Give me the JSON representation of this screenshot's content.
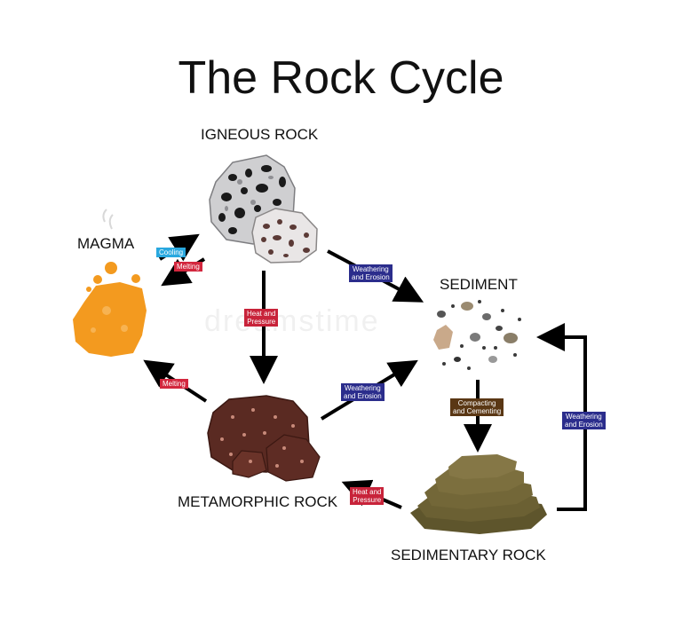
{
  "title": "The Rock Cycle",
  "watermark": "dreamstime",
  "nodes": {
    "igneous": "IGNEOUS ROCK",
    "magma": "MAGMA",
    "sediment": "SEDIMENT",
    "metamorphic": "METAMORPHIC ROCK",
    "sedimentary": "SEDIMENTARY ROCK"
  },
  "processes": {
    "cooling": "Cooling",
    "melting_top": "Melting",
    "heat_pressure_center": [
      "Heat and",
      "Pressure"
    ],
    "weathering_top": [
      "Weathering",
      "and Erosion"
    ],
    "weathering_mid": [
      "Weathering",
      "and Erosion"
    ],
    "compacting": [
      "Compacting",
      "and Cementing"
    ],
    "weathering_right": [
      "Weathering",
      "and Erosion"
    ],
    "melting_bottom": "Melting",
    "heat_pressure_bottom": [
      "Heat and",
      "Pressure"
    ]
  },
  "colors": {
    "cooling": "#29a8df",
    "melting": "#d3273e",
    "heat_pressure": "#c8233a",
    "weathering": "#2b2d8c",
    "compacting": "#5a3714",
    "arrow": "#000000",
    "magma": "#f39a1f",
    "metamorphic": "#5a2a22",
    "sedimentary": "#6b6033"
  }
}
